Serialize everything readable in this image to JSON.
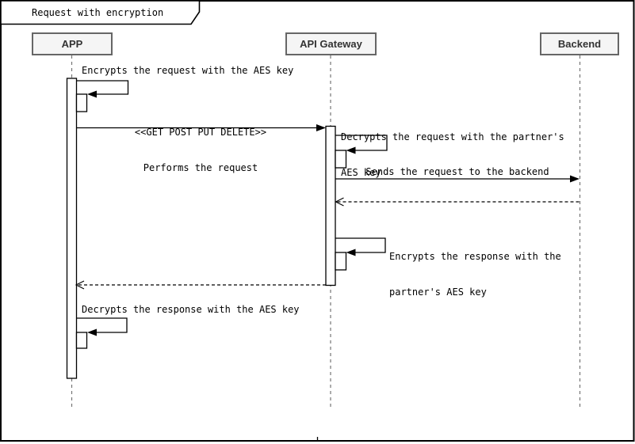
{
  "diagram": {
    "type": "uml-sequence",
    "title": "Request with encryption"
  },
  "participants": [
    {
      "name": "APP"
    },
    {
      "name": "API Gateway"
    },
    {
      "name": "Backend"
    }
  ],
  "messages": {
    "encrypt_request": {
      "kind": "self-message",
      "on": "APP",
      "label": "Encrypts the request with the AES key"
    },
    "perform_request": {
      "kind": "solid-arrow",
      "from": "APP",
      "to": "API Gateway",
      "stereotype": "<<GET POST PUT DELETE>>",
      "label": "Performs the request"
    },
    "decrypt_request": {
      "kind": "self-message",
      "on": "API Gateway",
      "line1": "Decrypts the request with the partner's",
      "line2": "AES key"
    },
    "send_backend": {
      "kind": "solid-arrow",
      "from": "API Gateway",
      "to": "Backend",
      "label": "Sends the request to the backend"
    },
    "backend_return": {
      "kind": "dashed-return",
      "from": "Backend",
      "to": "API Gateway",
      "label": ""
    },
    "encrypt_response": {
      "kind": "self-message",
      "on": "API Gateway",
      "line1": "Encrypts the response with the",
      "line2": "partner's AES key"
    },
    "gateway_return": {
      "kind": "dashed-return",
      "from": "API Gateway",
      "to": "APP",
      "label": ""
    },
    "decrypt_response": {
      "kind": "self-message",
      "on": "APP",
      "label": "Decrypts the response with the AES key"
    }
  },
  "colors": {
    "background": "#ffffff",
    "frame_border": "#000000",
    "participant_fill": "#f5f5f5",
    "participant_border": "#666666",
    "participant_text": "#333333",
    "lifeline": "#757575",
    "message_line": "#000000",
    "message_text": "#000000"
  }
}
